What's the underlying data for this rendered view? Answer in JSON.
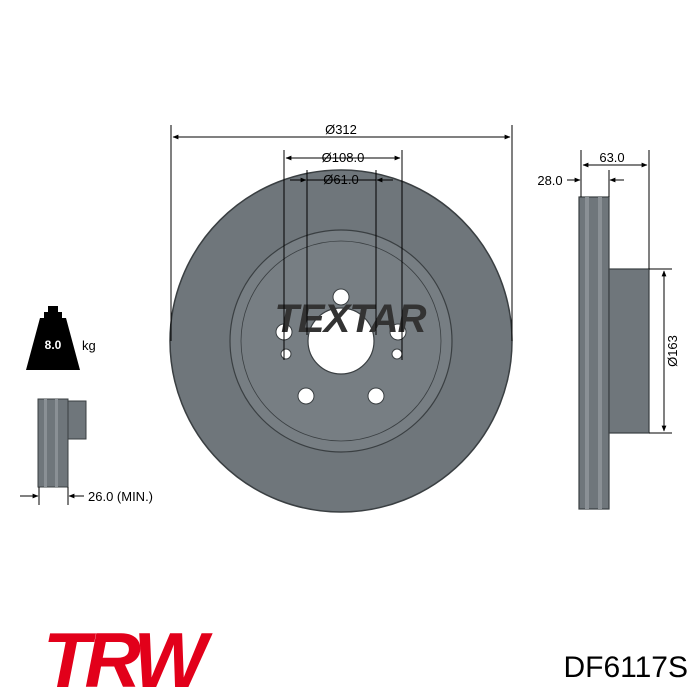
{
  "drawing": {
    "outer_diameter": "Ø312",
    "bolt_circle": "Ø108.0",
    "center_bore": "Ø61.0",
    "offset": "63.0",
    "thickness": "28.0",
    "hub_diameter": "Ø163",
    "min_thickness": "26.0 (MIN.)",
    "weight_value": "8.0",
    "weight_unit": "kg",
    "disc_watermark": "TEXTAR"
  },
  "branding": {
    "logo_text": "TRW",
    "logo_color": "#e2001a",
    "part_number": "DF6117S"
  },
  "colors": {
    "disc": "#6f767b",
    "disc_ring": "#7a8186",
    "line": "#000000"
  }
}
